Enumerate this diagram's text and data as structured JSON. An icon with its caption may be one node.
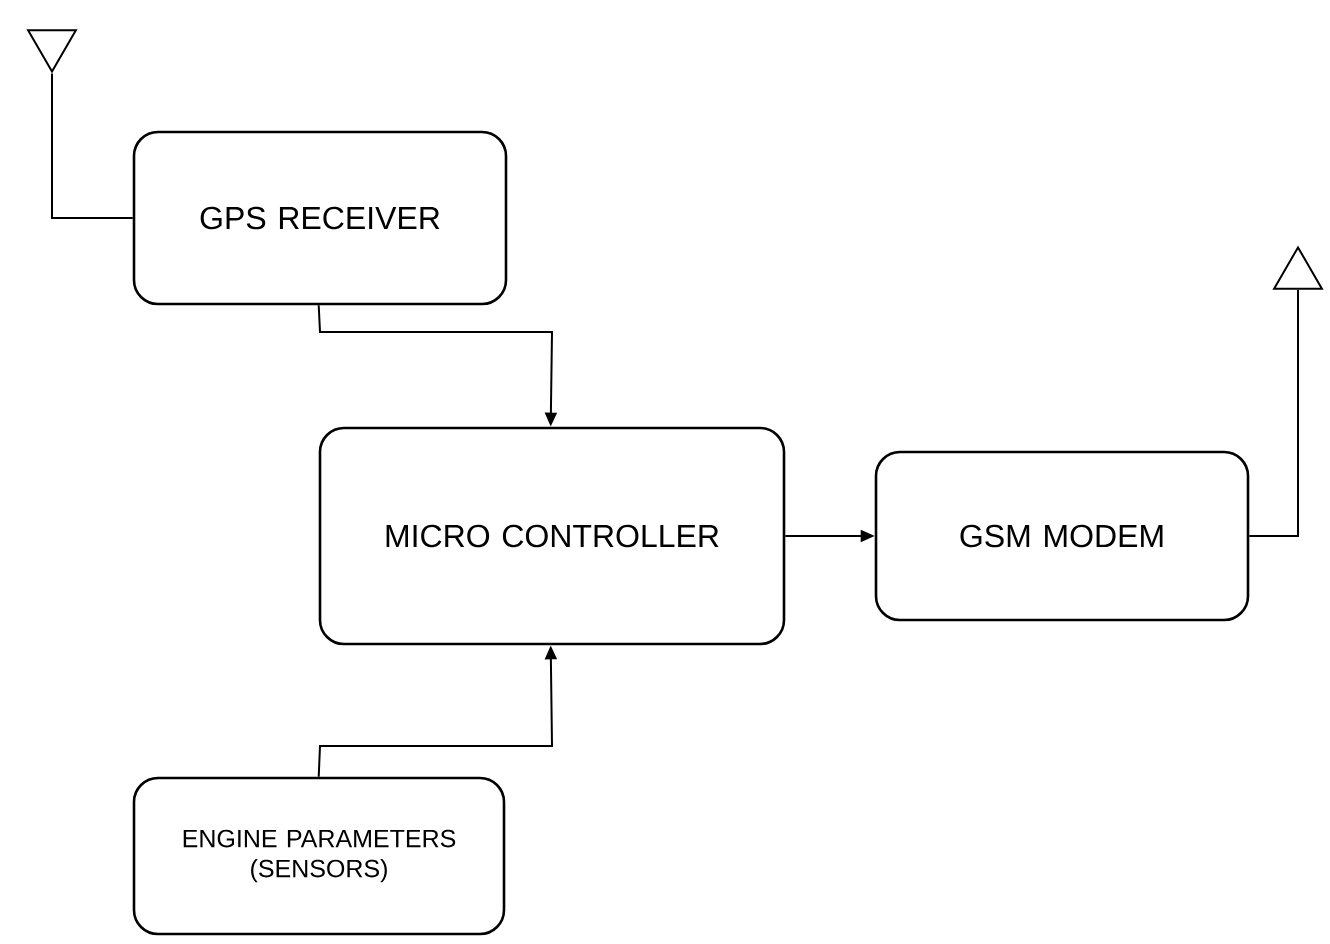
{
  "diagram": {
    "nodes": [
      {
        "text": [],
        "shape": "triangle"
      },
      {
        "text": [
          "GPS RECEIVER"
        ]
      },
      {
        "text": [],
        "shape": "triangle"
      },
      {
        "text": [
          "MICRO CONTROLLER"
        ]
      },
      {
        "text": [
          "GSM MODEM"
        ]
      },
      {
        "text": [
          "ENGINE PARAMETERS (SENSORS)"
        ]
      }
    ],
    "edges": [
      {
        "from": 0,
        "to": 1,
        "arrow": "none"
      },
      {
        "from": 1,
        "to": 3,
        "arrow": "to"
      },
      {
        "from": 3,
        "to": 4,
        "arrow": "to"
      },
      {
        "from": 4,
        "to": 2,
        "arrow": "none"
      },
      {
        "from": 5,
        "to": 3,
        "arrow": "to"
      }
    ]
  }
}
